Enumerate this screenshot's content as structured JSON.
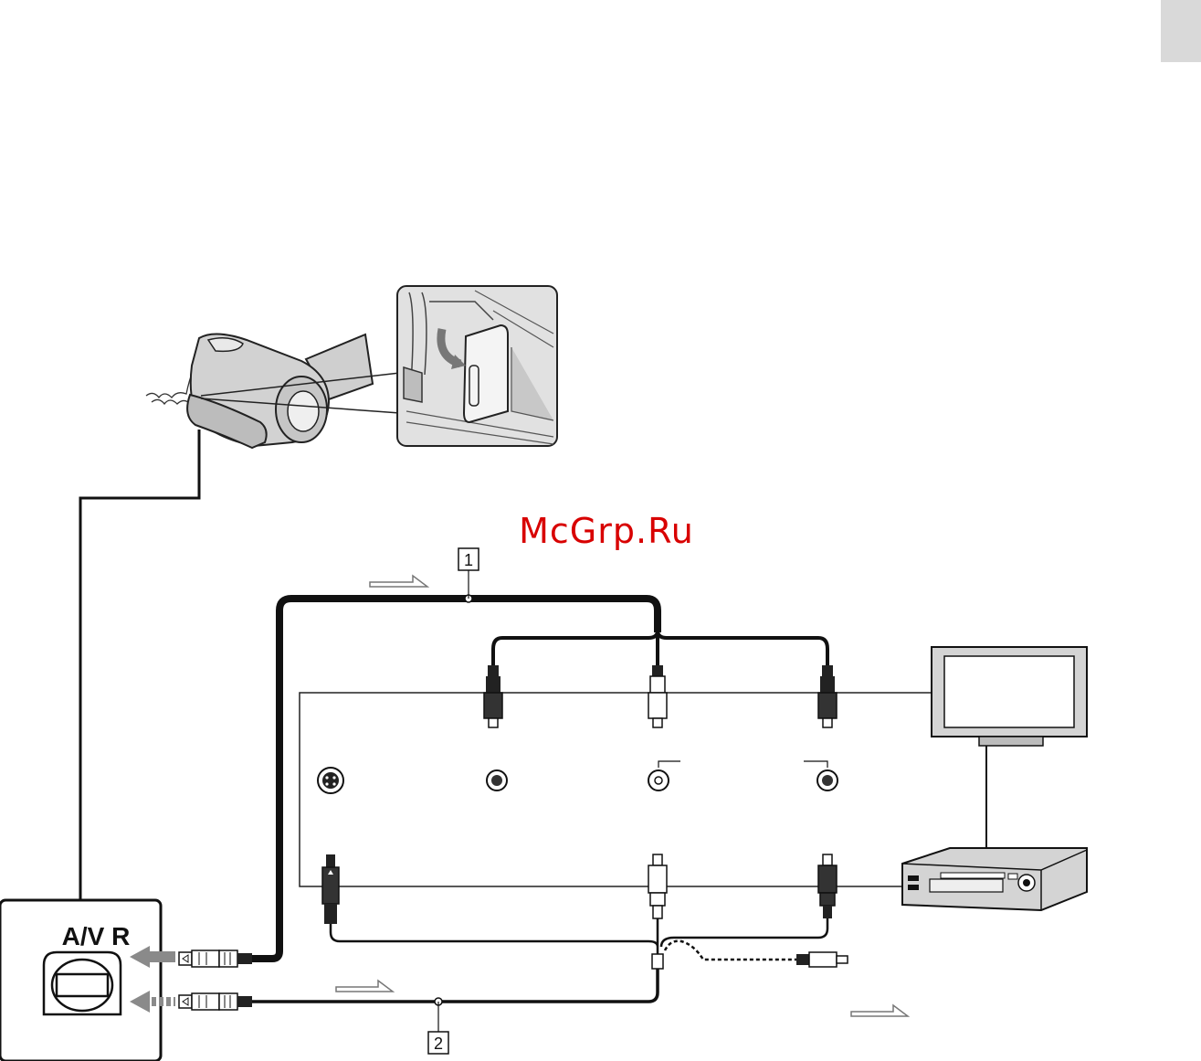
{
  "watermark": "McGrp.Ru",
  "connector_label": "A/V R",
  "cable_markers": {
    "cable_1": "1",
    "cable_2": "2"
  },
  "colors": {
    "cable_dark": "#111111",
    "plug_dark": "#222222",
    "watermark": "#d80000",
    "corner_tab": "#d9d9d9",
    "device_gray": "#d4d4d4",
    "arrow_gray": "#8a8a8a"
  },
  "icons": {
    "camcorder": "camcorder-icon",
    "jack_cover_inset": "jack-cover-inset",
    "tv": "tv-icon",
    "vcr": "vcr-icon",
    "s_video_plug": "s-video-plug-icon",
    "rca_plug": "rca-plug-icon",
    "rca_jack": "rca-jack-icon",
    "av_remote_jack": "av-remote-jack-icon",
    "signal_arrow": "signal-flow-arrow-icon"
  }
}
